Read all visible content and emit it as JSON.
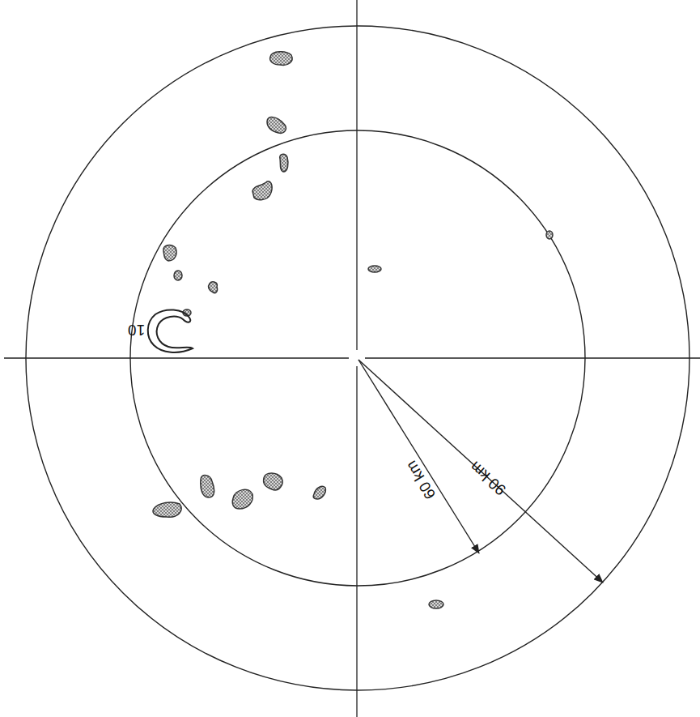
{
  "diagram": {
    "labels": [
      "60 km",
      "90 km",
      "10"
    ]
  }
}
